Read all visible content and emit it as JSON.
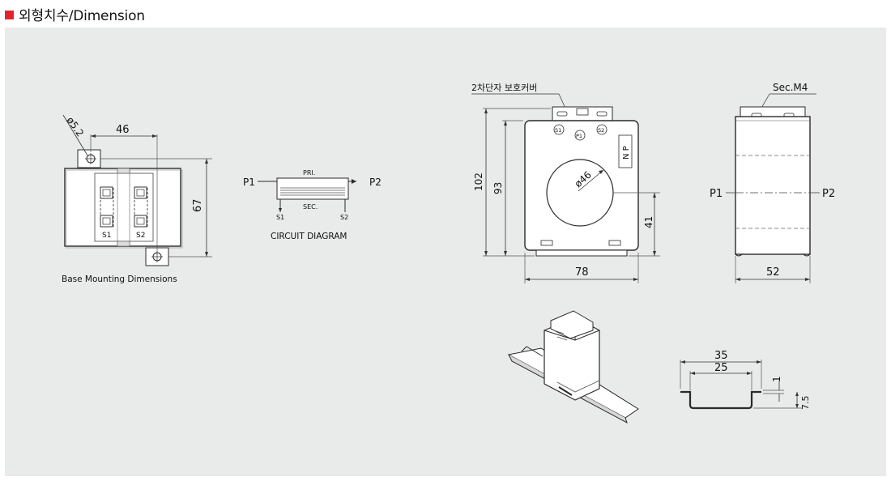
{
  "header": {
    "title": "외형치수/Dimension",
    "marker_color": "#e0262a"
  },
  "base_mounting": {
    "hole_dia": "ø5.2",
    "width": "46",
    "height": "67",
    "s1": "S1",
    "s2": "S2",
    "caption": "Base Mounting Dimensions"
  },
  "circuit": {
    "p1": "P1",
    "p2": "P2",
    "pri": "PRI.",
    "sec": "SEC.",
    "s1": "S1",
    "s2": "S2",
    "caption": "CIRCUIT DIAGRAM"
  },
  "front_view": {
    "cover_label": "2차단자 보호커버",
    "s1": "S1",
    "p1": "P1",
    "s2": "S2",
    "np": "N P",
    "bore": "ø46",
    "h_outer": "102",
    "h_inner": "93",
    "center_h": "41",
    "width": "78"
  },
  "side_view": {
    "screw": "Sec.M4",
    "p1": "P1",
    "p2": "P2",
    "width": "52"
  },
  "din_rail": {
    "outer": "35",
    "inner": "25",
    "thickness": "1",
    "depth": "7.5"
  },
  "colors": {
    "panel_bg": "#e9eaea",
    "line": "#2a2a2a",
    "body_fill": "#ffffff",
    "shadow": "#c8c8c8"
  }
}
